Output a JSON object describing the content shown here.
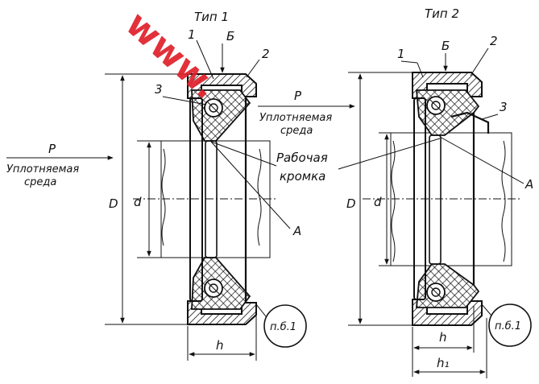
{
  "watermark": "www.",
  "type1": {
    "title": "Тип 1",
    "label_1": "1",
    "label_B": "Б",
    "label_2": "2",
    "label_3": "3",
    "label_A": "А",
    "label_D": "D",
    "label_d": "d",
    "label_h": "h",
    "ref": "п.б.1"
  },
  "type2": {
    "title": "Тип 2",
    "label_1": "1",
    "label_B": "Б",
    "label_2": "2",
    "label_3": "3",
    "label_A": "А",
    "label_D": "D",
    "label_d": "d",
    "label_h": "h",
    "label_h1": "h₁",
    "ref": "п.б.1"
  },
  "left_flow": {
    "p": "Р",
    "line1": "Уплотняемая",
    "line2": "среда"
  },
  "mid_flow": {
    "p": "Р",
    "line1": "Уплотняемая",
    "line2": "среда"
  },
  "callout": {
    "line1": "Рабочая",
    "line2": "кромка"
  }
}
